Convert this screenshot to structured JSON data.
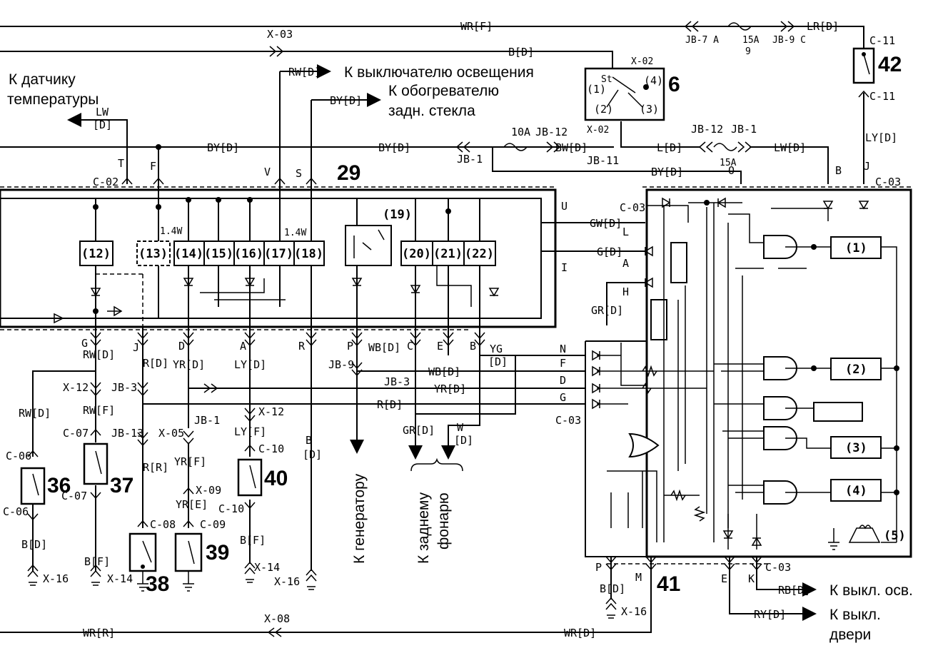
{
  "wire_labels": {
    "wr_f_top": "WR[F]",
    "x03": "X-03",
    "b_d_top": "B[D]",
    "x02_a": "X-02",
    "x02_b": "X-02",
    "lr_d": "LR[D]",
    "jb7": "JB-7 A",
    "fuse_15a_top": "15A",
    "fuse9": "9",
    "jb9_c": "JB-9 C",
    "c11_a": "C-11",
    "c11_b": "C-11",
    "ly_d_right": "LY[D]",
    "rw_d_top": "RW[D]",
    "by_d_mid": "BY[D]",
    "lw_d": "LW",
    "lw_d2": "[D]",
    "by_d_1": "BY[D]",
    "by_d_2": "BY[D]",
    "jb1_q": "JB-1",
    "fuse_10a": "10A",
    "jb12": "JB-12",
    "bw_d": "BW[D]",
    "jb11": "JB-11",
    "l_d": "L[D]",
    "jb12_b": "JB-12",
    "jb1_b": "JB-1",
    "fuse_15a": "15A",
    "lw_d_r": "LW[D]",
    "by_d_3": "BY[D]",
    "c02": "C-02",
    "t": "T",
    "f": "F",
    "v": "V",
    "s": "S",
    "u": "U",
    "o": "O",
    "b": "B",
    "j": "J",
    "c03_top": "C-03",
    "gw_d": "GW[D]",
    "c03_l": "C-03",
    "l": "L",
    "g_d": "G[D]",
    "i": "I",
    "a": "A",
    "h": "H",
    "gr_d": "GR[D]",
    "w14_a": "1.4W",
    "w14_b": "1.4W",
    "g_bot": "G",
    "rw_d_b": "RW[D]",
    "j_bot": "J",
    "r_d_b": "R[D]",
    "d_bot": "D",
    "yr_d_b": "YR[D]",
    "a_bot": "A",
    "ly_d_b": "LY[D]",
    "r_bot": "R",
    "p_bot": "P",
    "wb_d_b": "WB[D]",
    "c_bot": "C",
    "e_bot": "E",
    "b_bot": "B",
    "yg_d": "YG",
    "yg_d2": "[D]",
    "jb9_p": "JB-9",
    "jb3_h": "JB-3",
    "wb_d_2": "WB[D]",
    "yr_d_2": "YR[D]",
    "r_d_2": "R[D]",
    "n": "N",
    "f2": "F",
    "d2": "D",
    "g2": "G",
    "c03_b": "C-03",
    "x12_a": "X-12",
    "jb3_m": "JB-3",
    "rw_f": "RW[F]",
    "c07_a": "C-07",
    "jb13": "JB-13",
    "jb1_j": "JB-1",
    "x05": "X-05",
    "x12_b": "X-12",
    "ly_f": "LY[F]",
    "c10_a": "C-10",
    "r_r": "R[R]",
    "yr_f": "YR[F]",
    "x09": "X-09",
    "yr_e": "YR[E]",
    "c09": "C-09",
    "c08": "C-08",
    "c10_b": "C-10",
    "b_f_40": "B[F]",
    "x14_b": "X-14",
    "x16_c": "X-16",
    "b_d_col": "B",
    "b_d_col2": "[D]",
    "gr_d_2": "GR[D]",
    "w_d": "W",
    "w_d2": "[D]",
    "rw_d_36": "RW[D]",
    "c06_a": "C-06",
    "c06_b": "C-06",
    "b_d_36": "B[D]",
    "x16_a": "X-16",
    "c07_b": "C-07",
    "b_f_37": "B[F]",
    "x14_a": "X-14",
    "p_41": "P",
    "m_41": "M",
    "e_41": "E",
    "k_41": "K",
    "c03_41": "C-03",
    "b_d_41": "B[D]",
    "x16_41": "X-16",
    "rb_d": "RB[D]",
    "ry_d": "RY[D]",
    "x08": "X-08",
    "wr_r": "WR[R]",
    "wr_d": "WR[D]",
    "st": "St"
  },
  "component_numbers": {
    "c6": "6",
    "c29": "29",
    "c36": "36",
    "c37": "37",
    "c38": "38",
    "c39": "39",
    "c40": "40",
    "c41": "41",
    "c42": "42"
  },
  "blocks_29": [
    "(12)",
    "(13)",
    "(14)",
    "(15)",
    "(16)",
    "(17)",
    "(18)",
    "(19)",
    "(20)",
    "(21)",
    "(22)"
  ],
  "blocks_41": [
    "(1)",
    "(2)",
    "(3)",
    "(4)",
    "(5)"
  ],
  "switch6_terms": [
    "(1)",
    "(2)",
    "(3)",
    "(4)"
  ],
  "annotations": {
    "to_temp_sensor_1": "К датчику",
    "to_temp_sensor_2": "температуры",
    "to_light_switch": "К выключателю освещения",
    "to_heater_1": "К обогревателю",
    "to_heater_2": "задн. стекла",
    "to_generator": "К генератору",
    "to_rear_lamp_1": "К заднему",
    "to_rear_lamp_2": "фонарю",
    "to_light_sw_short": "К выкл. осв.",
    "to_door_sw_1": "К выкл.",
    "to_door_sw_2": "двери"
  }
}
